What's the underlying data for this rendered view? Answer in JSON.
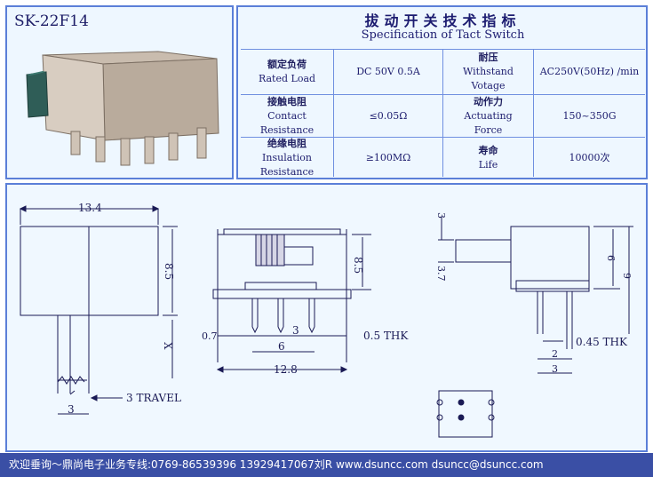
{
  "model": "SK-22F14",
  "title": {
    "cn": "拔动开关技术指标",
    "en": "Specification of Tact Switch"
  },
  "specs": [
    {
      "label_cn": "额定负荷",
      "label_en": "Rated Load",
      "value": "DC 50V 0.5A",
      "label2_cn": "耐压",
      "label2_en": [
        "Withstand",
        "Votage"
      ],
      "value2": "AC250V(50Hz) /min"
    },
    {
      "label_cn": "接触电阻",
      "label_en": [
        "Contact",
        "Resistance"
      ],
      "value": "≤0.05Ω",
      "label2_cn": "动作力",
      "label2_en": [
        "Actuating",
        "Force"
      ],
      "value2": "150~350G"
    },
    {
      "label_cn": "绝缘电阻",
      "label_en": [
        "Insulation",
        "Resistance"
      ],
      "value": "≥100MΩ",
      "label2_cn": "寿命",
      "label2_en": [
        "Life"
      ],
      "value2": "10000次"
    }
  ],
  "dimensions": {
    "front": {
      "width": "13.4",
      "height": "8.5",
      "x": "X",
      "travel": "3 TRAVEL",
      "travel_left": "3"
    },
    "side": {
      "height": "8.5",
      "pin_left": "0.7",
      "pin_spacing": "3",
      "pin_span": "6",
      "thk": "0.5 THK",
      "total": "12.8"
    },
    "end": {
      "top": "3",
      "mid": "3.7",
      "h6": "6",
      "h9": "9",
      "thk": "0.45 THK",
      "pin_a": "2",
      "pin_b": "3"
    }
  },
  "footer": "欢迎垂询～鼎尚电子业务专线:0769-86539396 13929417067刘R www.dsuncc.com  dsuncc@dsuncc.com"
}
